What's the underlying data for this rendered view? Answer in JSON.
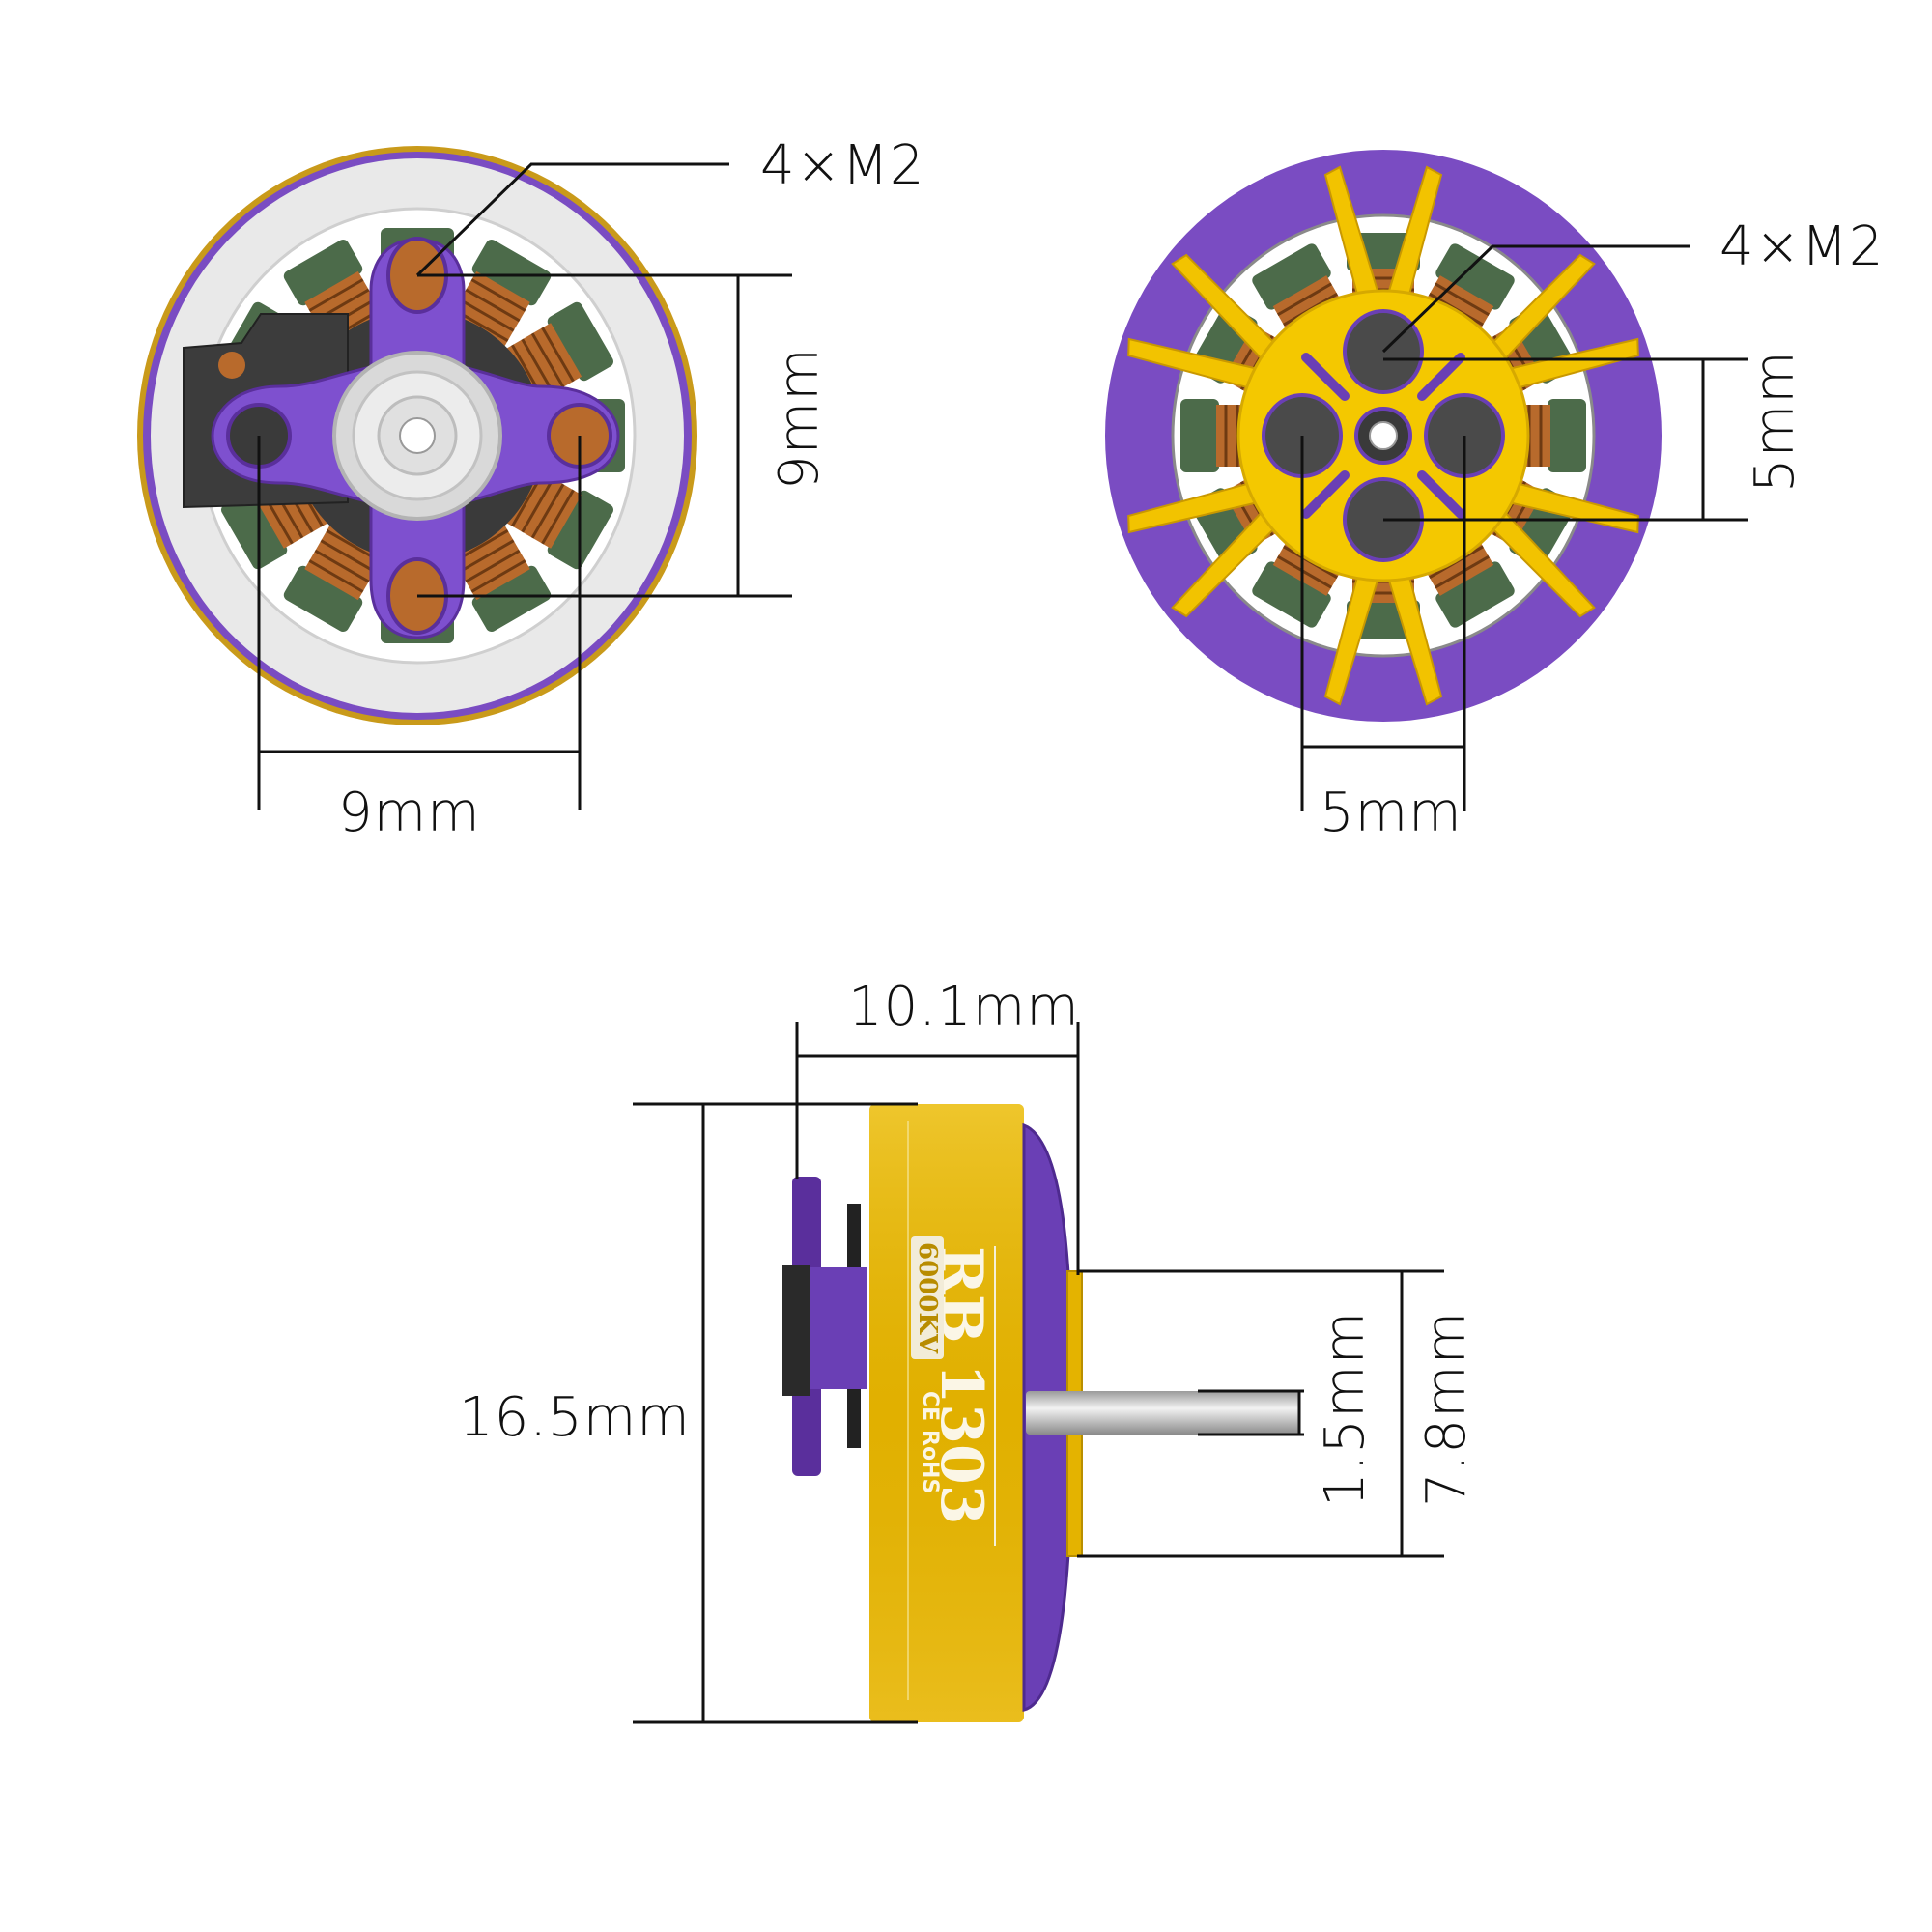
{
  "product": {
    "model": "RB 1303",
    "kv_badge": "6000KV",
    "cert_marks": [
      "CE",
      "RoHS"
    ],
    "colors": {
      "purple": "#7a4cc2",
      "purple_dark": "#5a2f9c",
      "gold": "#e7b600",
      "gold_light": "#f6d23a",
      "copper": "#b86a2c",
      "coil_green": "#4c6b4a",
      "hole_gray": "#3a3a3a",
      "silver": "#d9d9d9",
      "line": "#111111"
    }
  },
  "views": {
    "bottom_view": {
      "screw_label": "4×M2",
      "dim_horizontal": "9mm",
      "dim_vertical": "9mm"
    },
    "top_view": {
      "screw_label": "4×M2",
      "dim_horizontal": "5mm",
      "dim_vertical": "5mm"
    },
    "side_view": {
      "dim_width": "10.1mm",
      "dim_height": "16.5mm",
      "dim_shaft": "1.5mm",
      "dim_boss": "7.8mm"
    }
  }
}
